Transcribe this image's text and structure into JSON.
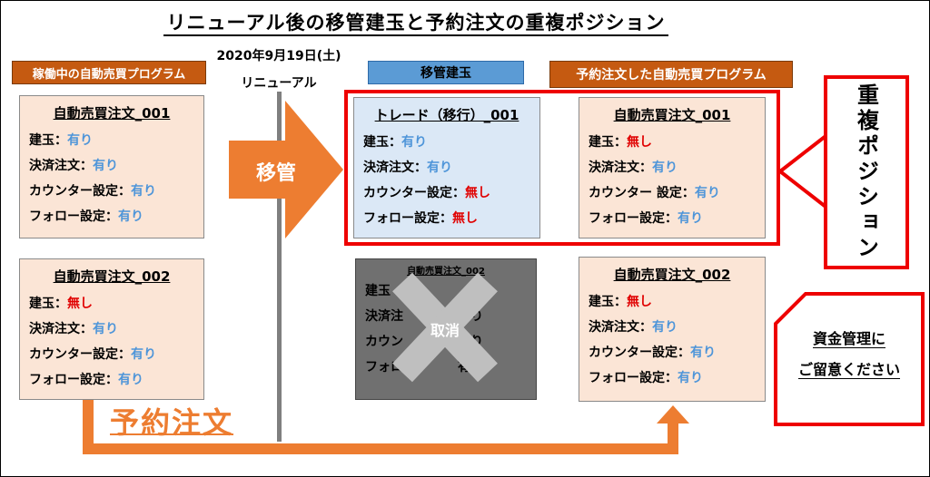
{
  "title": "リニューアル後の移管建玉と予約注文の重複ポジション",
  "headers": {
    "running": "稼働中の自動売買プログラム",
    "transferred": "移管建玉",
    "reserved": "予約注文した自動売買プログラム"
  },
  "renewal": {
    "date": "2020年9月19日(土)",
    "label": "リニューアル"
  },
  "transfer_arrow_label": "移管",
  "reserve_label": "予約注文",
  "cancel_label": "取消",
  "overlap_label": "重複ポジション",
  "caution": {
    "line1": "資金管理に",
    "line2": "ご留意ください"
  },
  "cards": {
    "running_001": {
      "title": "自動売買注文_001",
      "rows": [
        {
          "key": "建玉：",
          "value": "有り",
          "status": "yes"
        },
        {
          "key": "決済注文：",
          "value": "有り",
          "status": "yes"
        },
        {
          "key": "カウンター設定：",
          "value": "有り",
          "status": "yes"
        },
        {
          "key": "フォロー設定：",
          "value": "有り",
          "status": "yes"
        }
      ]
    },
    "running_002": {
      "title": "自動売買注文_002",
      "rows": [
        {
          "key": "建玉：",
          "value": "無し",
          "status": "no"
        },
        {
          "key": "決済注文：",
          "value": "有り",
          "status": "yes"
        },
        {
          "key": "カウンター設定：",
          "value": "有り",
          "status": "yes"
        },
        {
          "key": "フォロー設定：",
          "value": "有り",
          "status": "yes"
        }
      ]
    },
    "transferred_001": {
      "title": "トレード（移行）_001",
      "rows": [
        {
          "key": "建玉：",
          "value": "有り",
          "status": "yes"
        },
        {
          "key": "決済注文：",
          "value": "有り",
          "status": "yes"
        },
        {
          "key": "カウンター設定：",
          "value": "無し",
          "status": "no"
        },
        {
          "key": "フォロー設定：",
          "value": "無し",
          "status": "no"
        }
      ]
    },
    "cancelled_002": {
      "title": "自動売買注文_002",
      "rows": [
        {
          "key": "建玉",
          "value": ""
        },
        {
          "key": "決済注",
          "value": "有り"
        },
        {
          "key": "カウン",
          "value": "有り"
        },
        {
          "key": "フォロ",
          "value": "有り"
        }
      ]
    },
    "reserved_001": {
      "title": "自動売買注文_001",
      "rows": [
        {
          "key": "建玉：",
          "value": "無し",
          "status": "no"
        },
        {
          "key": "決済注文：",
          "value": "有り",
          "status": "yes"
        },
        {
          "key": "カウンター 設定：",
          "value": "有り",
          "status": "yes"
        },
        {
          "key": "フォロー設定：",
          "value": "有り",
          "status": "yes"
        }
      ]
    },
    "reserved_002": {
      "title": "自動売買注文_002",
      "rows": [
        {
          "key": "建玉：",
          "value": "無し",
          "status": "no"
        },
        {
          "key": "決済注文：",
          "value": "有り",
          "status": "yes"
        },
        {
          "key": "カウンター設定：",
          "value": "有り",
          "status": "yes"
        },
        {
          "key": "フォロー設定：",
          "value": "有り",
          "status": "yes"
        }
      ]
    }
  },
  "colors": {
    "yes": "#4e95d9",
    "no": "#e00000",
    "orange_header": "#c55a11",
    "orange_arrow": "#ed7d31",
    "blue_header": "#5b9bd5",
    "card_orange": "#fbe5d6",
    "card_blue": "#dbe8f6",
    "cancelled_card": "#707070",
    "red_frame": "#ee0000"
  }
}
